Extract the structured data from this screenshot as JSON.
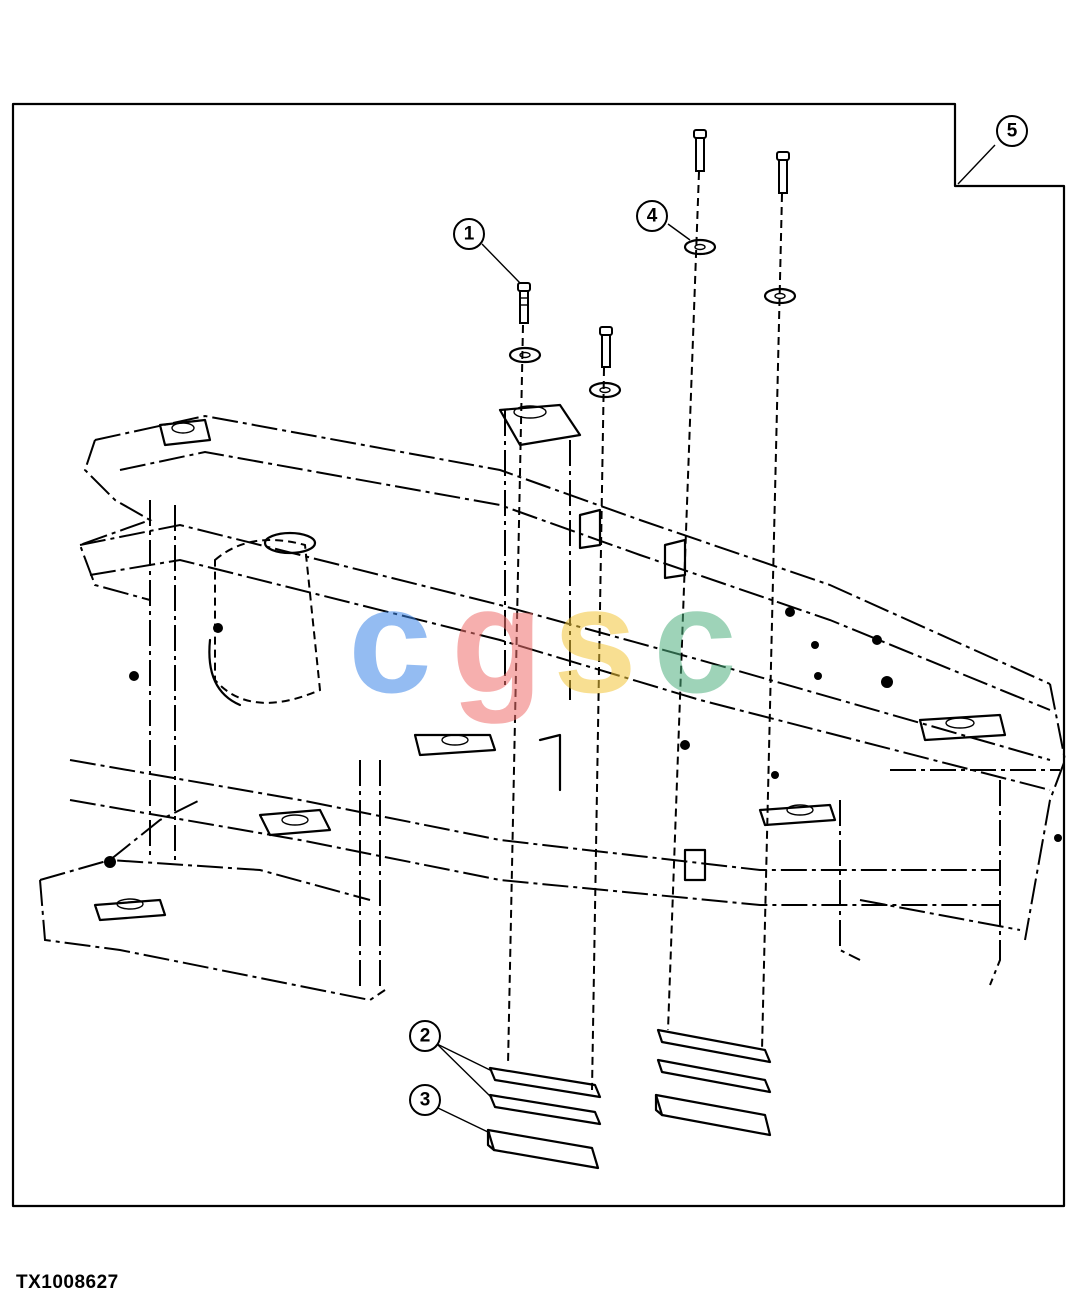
{
  "figure_code": "TX1008627",
  "callouts": {
    "c1": "1",
    "c2": "2",
    "c3": "3",
    "c4": "4",
    "c5": "5"
  },
  "watermark": {
    "letters": [
      "c",
      "g",
      "s",
      "c"
    ],
    "colors": [
      "#3d86e8",
      "#ef6f6c",
      "#f3c63a",
      "#4fb07f"
    ]
  }
}
